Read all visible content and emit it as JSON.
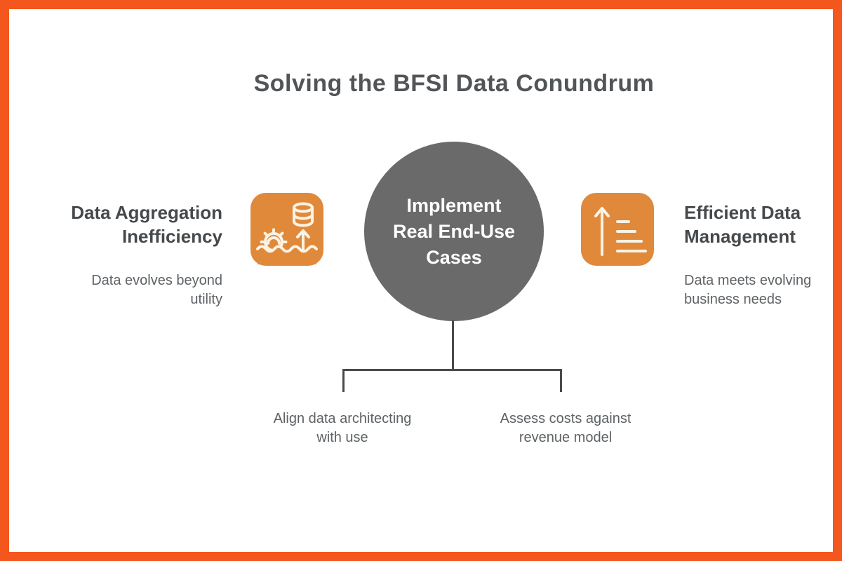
{
  "title": "Solving the BFSI Data Conundrum",
  "center_node": {
    "label": "Implement\nReal End-Use\nCases"
  },
  "left_item": {
    "icon": "database-gear-wave-icon",
    "heading": "Data Aggregation\nInefficiency",
    "description": "Data evolves beyond\nutility"
  },
  "right_item": {
    "icon": "sort-list-up-arrow-icon",
    "heading": "Efficient Data\nManagement",
    "description": "Data meets evolving\nbusiness needs"
  },
  "branches": [
    {
      "label": "Align data architecting\nwith use"
    },
    {
      "label": "Assess costs against\nrevenue model"
    }
  ],
  "colors": {
    "frame": "#F4571D",
    "icon_bg": "#E0893B",
    "icon_stroke": "#FBF3E4",
    "circle_bg": "#6A6A6A",
    "circle_text": "#FFFFFF",
    "title_text": "#515558",
    "heading_text": "#45494C",
    "body_text": "#5E6265",
    "connector": "#4A4A4A",
    "background": "#FFFFFF"
  }
}
